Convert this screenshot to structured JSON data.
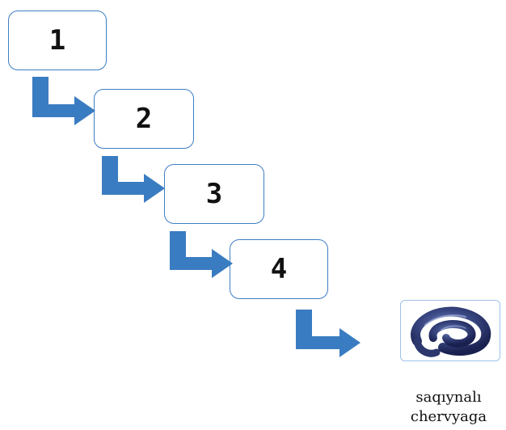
{
  "steps": [
    {
      "label": "1"
    },
    {
      "label": "2"
    },
    {
      "label": "3"
    },
    {
      "label": "4"
    }
  ],
  "result": {
    "image": "worm-image",
    "caption_line1": "saqıynalı",
    "caption_line2": "chervyaga"
  },
  "colors": {
    "arrow": "#3a7cc1",
    "box_border": "#3d7ec4"
  }
}
